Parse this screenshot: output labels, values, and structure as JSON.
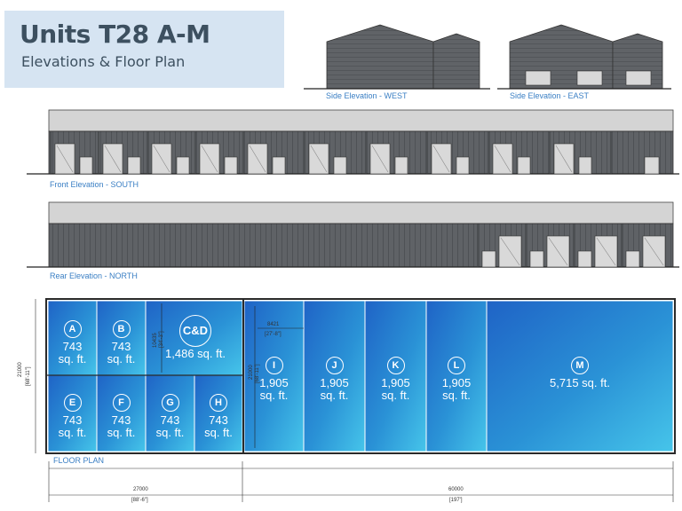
{
  "header": {
    "title": "Units T28 A-M",
    "subtitle": "Elevations & Floor Plan"
  },
  "elevations": {
    "west": "Side Elevation - WEST",
    "east": "Side Elevation - EAST",
    "south": "Front Elevation - SOUTH",
    "north": "Rear Elevation - NORTH"
  },
  "floor_plan": {
    "label": "FLOOR PLAN",
    "units": [
      {
        "letter": "A",
        "line1": "743",
        "line2": "sq. ft."
      },
      {
        "letter": "B",
        "line1": "743",
        "line2": "sq. ft."
      },
      {
        "letter": "C&D",
        "line1": "1,486 sq. ft.",
        "line2": ""
      },
      {
        "letter": "E",
        "line1": "743",
        "line2": "sq. ft."
      },
      {
        "letter": "F",
        "line1": "743",
        "line2": "sq. ft."
      },
      {
        "letter": "G",
        "line1": "743",
        "line2": "sq. ft."
      },
      {
        "letter": "H",
        "line1": "743",
        "line2": "sq. ft."
      },
      {
        "letter": "I",
        "line1": "1,905",
        "line2": "sq. ft."
      },
      {
        "letter": "J",
        "line1": "1,905",
        "line2": "sq. ft."
      },
      {
        "letter": "K",
        "line1": "1,905",
        "line2": "sq. ft."
      },
      {
        "letter": "L",
        "line1": "1,905",
        "line2": "sq. ft."
      },
      {
        "letter": "M",
        "line1": "5,715 sq. ft.",
        "line2": ""
      }
    ],
    "dims": {
      "width_left": "27000",
      "width_left_imp": "[88'-6\"]",
      "width_right": "60000",
      "width_right_imp": "[197']",
      "depth": "21000",
      "depth_imp": "[68'-11\"]",
      "cd_depth": "10435",
      "cd_depth_imp": "[34'-3\"]",
      "i_width": "8421",
      "i_width_imp": "[27'-8\"]",
      "i_depth": "21000",
      "i_depth_imp": "[68'-11\"]"
    }
  }
}
